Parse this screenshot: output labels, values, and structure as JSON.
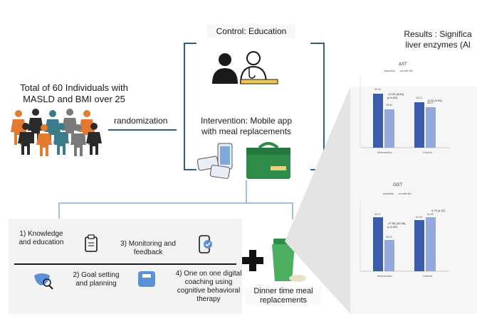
{
  "left": {
    "total_text": "Total of 60 Individuals with MASLD and BMI over 25",
    "randomization": "randomization"
  },
  "control": {
    "title": "Control: Education"
  },
  "intervention": {
    "title": "Intervention: Mobile app with meal replacements"
  },
  "steps": [
    {
      "label": "1)  Knowledge and education"
    },
    {
      "label": "2) Goal setting and planning"
    },
    {
      "label": "3) Monitoring and feedback"
    },
    {
      "label": "4) One on one digital coaching using cognitive behavioral therapy"
    }
  ],
  "dinner": {
    "label": "Dinner time meal replacements"
  },
  "results": {
    "title_line1": "Results : Significa",
    "title_line2": "liver enzymes (Al",
    "ast": {
      "title": "AST",
      "legend": [
        "baseline",
        "month 6th"
      ],
      "annotation_left": "-13.33 (8.64), p<0.001",
      "annotation_right": "-4.22 (3.09)",
      "value_labels": [
        "50.33",
        "35.84",
        "43.13",
        "38.12"
      ],
      "x_labels": [
        "Intervention",
        "Control"
      ]
    },
    "ggt": {
      "title": "GGT",
      "legend": [
        "baseline",
        "month 6th"
      ],
      "annotation_left": "-27.55 (22.68), p<0.001",
      "annotation_right": "3.74 (4.31)",
      "value_labels": [
        "65.27",
        "38.22",
        "61.29",
        "64.99"
      ],
      "x_labels": [
        "Intervention",
        "Control"
      ]
    }
  },
  "colors": {
    "bracket": "#2f5f86",
    "line_blue": "#9fc0dc",
    "bar_dark": "#3b5bab",
    "bar_light": "#93a8dc",
    "person_orange": "#e37a2f",
    "person_dark": "#2b2b2b",
    "person_teal": "#3c7b8c",
    "person_gray": "#7a7a7a",
    "green_box": "#2e8b4a"
  }
}
